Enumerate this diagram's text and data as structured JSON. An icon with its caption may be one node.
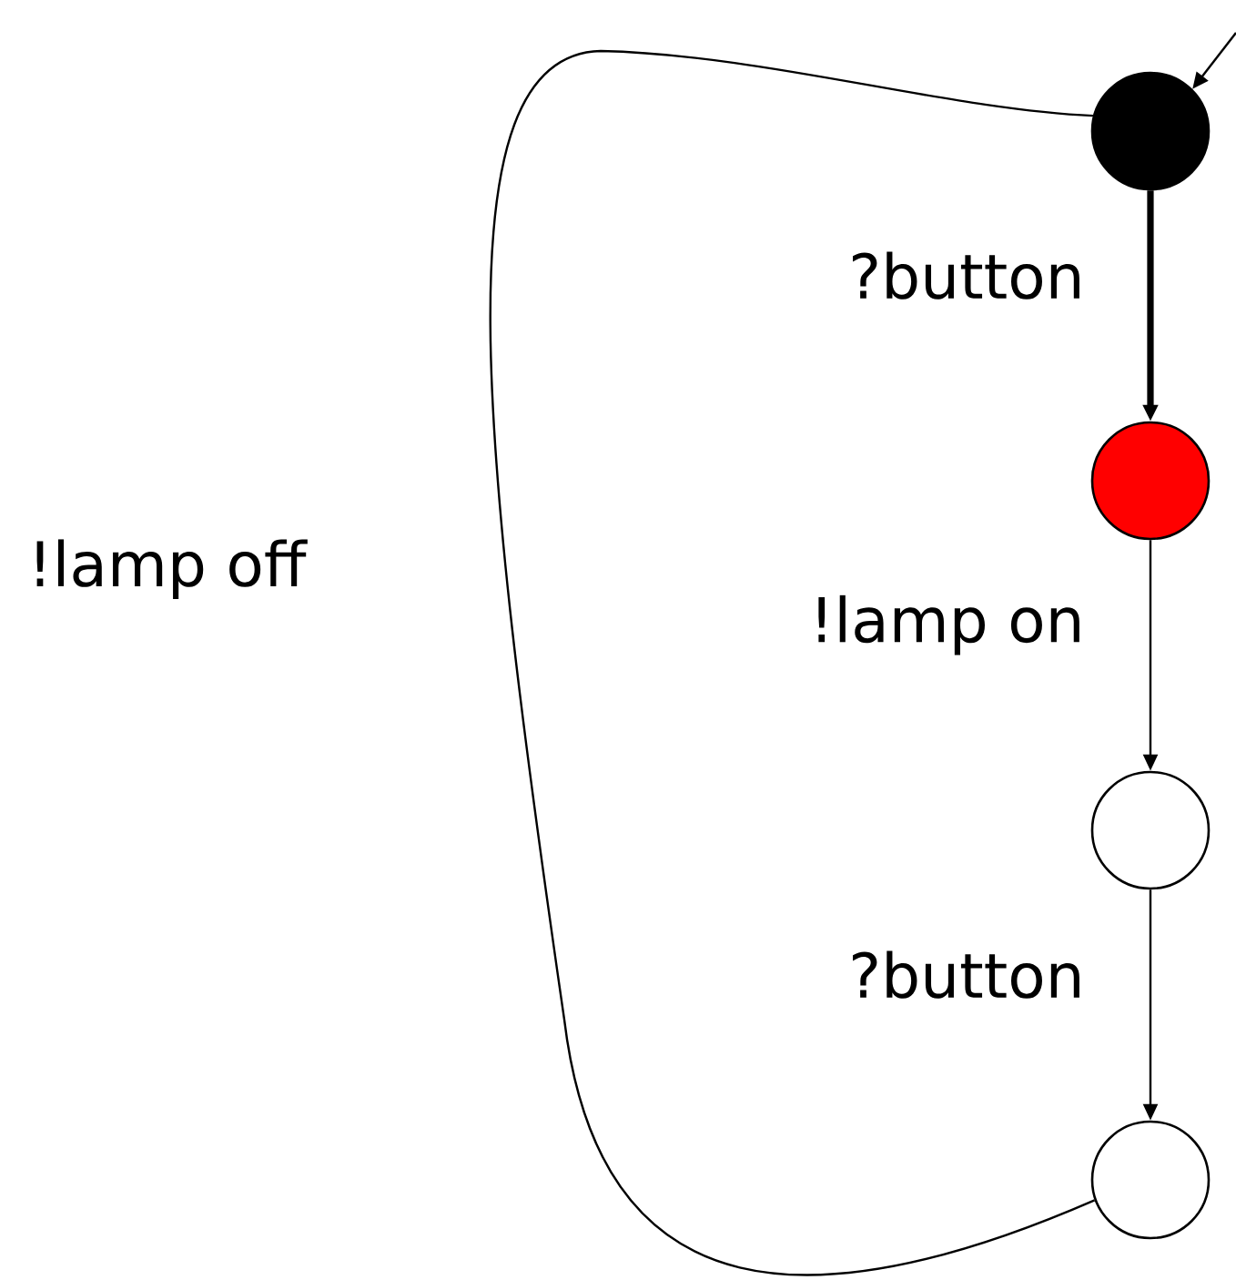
{
  "diagram": {
    "nodes": [
      {
        "text": [],
        "shape": "circle"
      },
      {
        "text": [],
        "shape": "circle"
      },
      {
        "text": [],
        "shape": "circle"
      },
      {
        "text": [],
        "shape": "circle"
      }
    ],
    "edges": [
      {
        "from": null,
        "to": 0,
        "arrow": "to"
      },
      {
        "from": 0,
        "to": 1,
        "arrow": "to",
        "label": "?button",
        "style": "thick"
      },
      {
        "from": 1,
        "to": 2,
        "arrow": "to",
        "label": "!lamp on"
      },
      {
        "from": 2,
        "to": 3,
        "arrow": "to",
        "label": "?button"
      },
      {
        "from": 3,
        "to": 0,
        "arrow": "none",
        "label": "!lamp off"
      }
    ]
  }
}
